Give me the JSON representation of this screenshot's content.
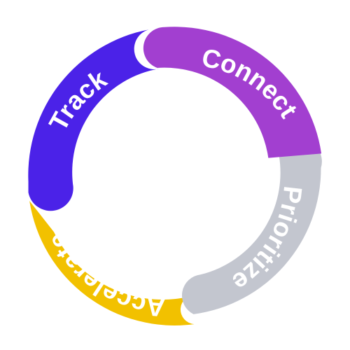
{
  "cycle": {
    "segments": [
      {
        "label": "Connect",
        "color": "#A23FD0"
      },
      {
        "label": "Prioritize",
        "color": "#C3C6CF"
      },
      {
        "label": "Accelerate",
        "color": "#F2C100"
      },
      {
        "label": "Track",
        "color": "#4B22E8"
      }
    ]
  }
}
